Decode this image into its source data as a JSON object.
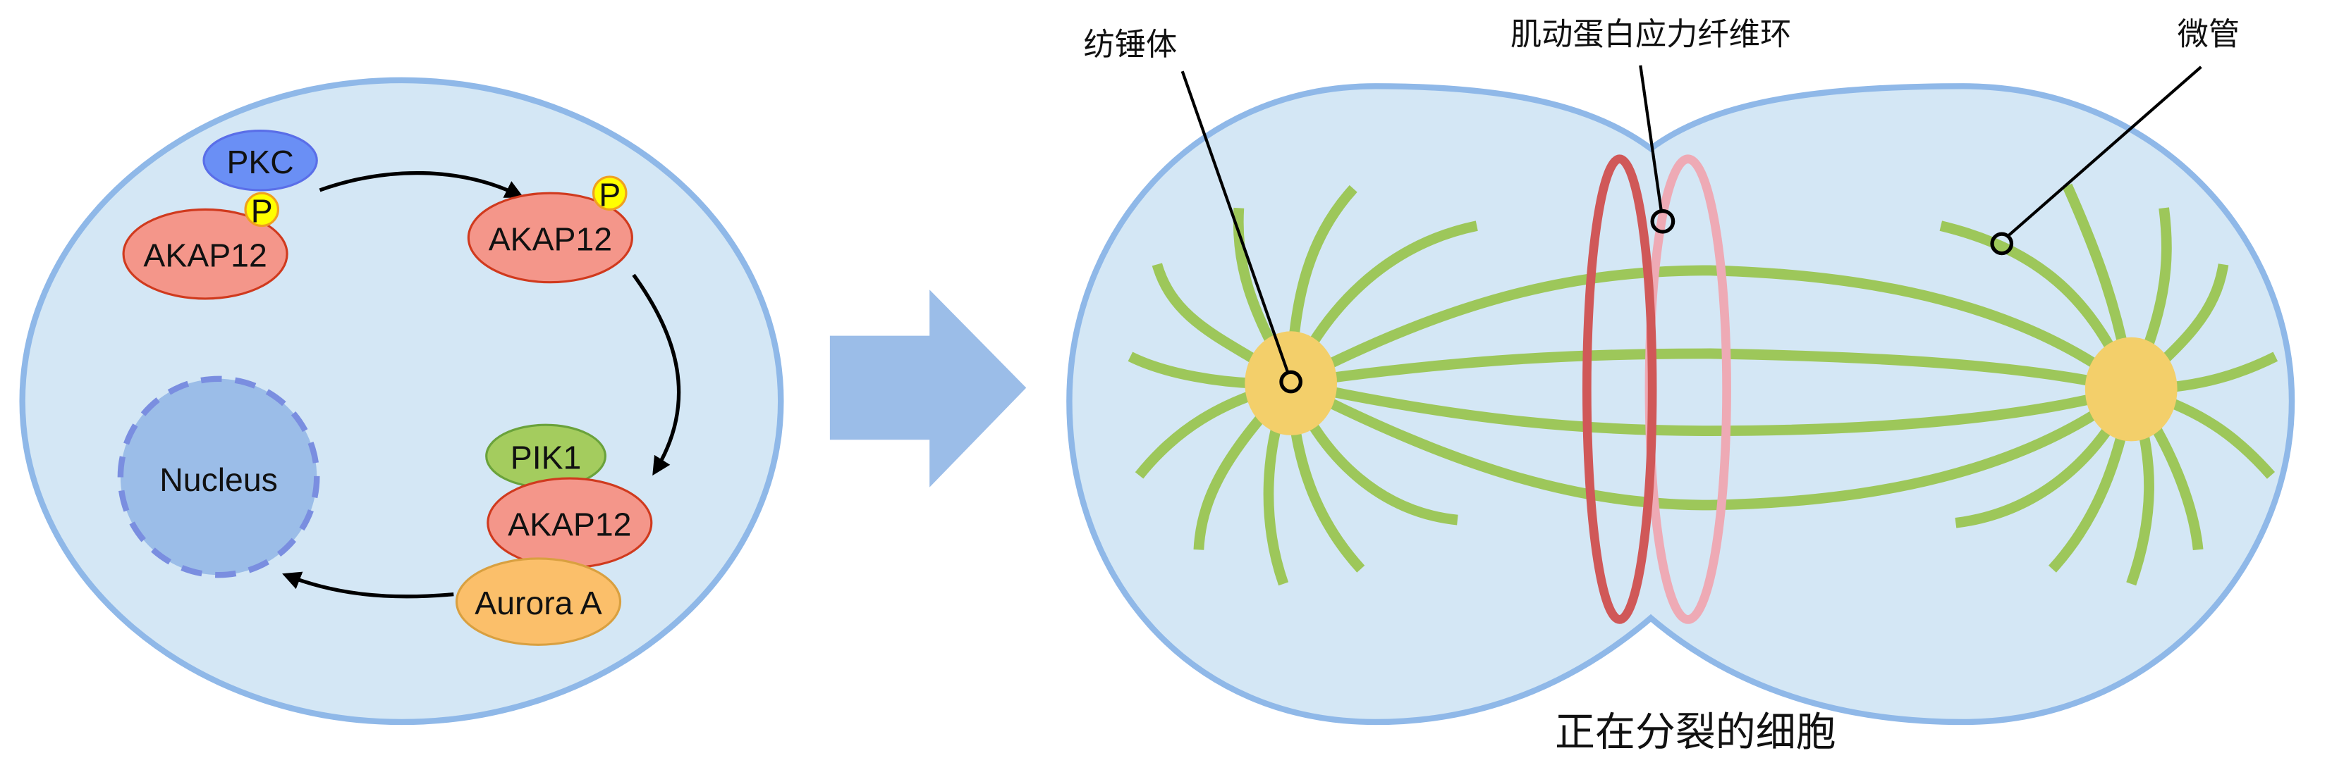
{
  "left_panel": {
    "kinase": "PKC",
    "phospho_top_left": "P",
    "akap_top_left": "AKAP12",
    "phospho_top_right": "P",
    "akap_top_right": "AKAP12",
    "pik": "PIK1",
    "akap_bottom": "AKAP12",
    "aurora": "Aurora A",
    "nucleus": "Nucleus"
  },
  "right_panel": {
    "label_spindle_pole": "纺锤体",
    "label_actin_ring": "肌动蛋白应力纤维环",
    "label_microtubule": "微管",
    "caption": "正在分裂的细胞"
  },
  "colors": {
    "cell_fill": "#d4e7f5",
    "cell_stroke": "#8fb8e8",
    "akap": "#f4968a",
    "pkc": "#6a8ff5",
    "pik": "#a4cc5e",
    "aurora": "#fbbf6a",
    "microtubule": "#9dc75a",
    "pole": "#f3cf6a",
    "ring_dark": "#d05858",
    "ring_light": "#eeaab5"
  }
}
